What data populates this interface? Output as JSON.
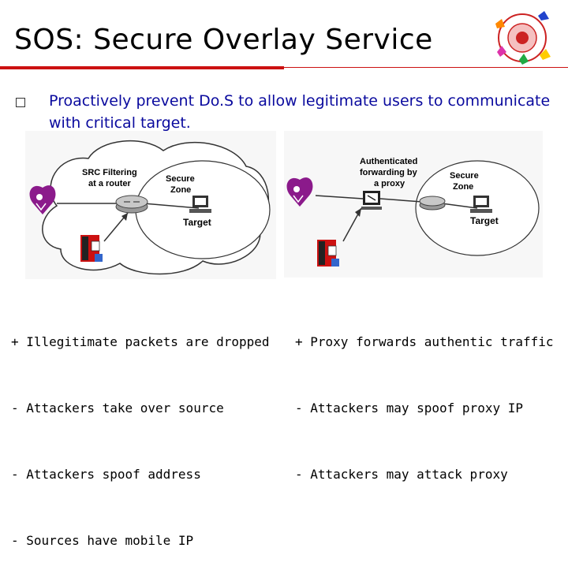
{
  "slide": {
    "title": "SOS: Secure Overlay Service",
    "bullet": "Proactively prevent Do.S to allow legitimate users to communicate with critical target."
  },
  "left_diagram": {
    "filter_label_1": "SRC Filtering",
    "filter_label_2": "at a router",
    "zone_label_1": "Secure",
    "zone_label_2": "Zone",
    "target_label": "Target"
  },
  "right_diagram": {
    "auth_label_1": "Authenticated",
    "auth_label_2": "forwarding by",
    "auth_label_3": "a proxy",
    "zone_label_1": "Secure",
    "zone_label_2": "Zone",
    "target_label": "Target"
  },
  "left_notes": [
    "+ Illegitimate packets are dropped",
    "- Attackers take over source",
    "- Attackers spoof address",
    "- Sources have mobile IP"
  ],
  "right_notes": [
    "+ Proxy forwards authentic traffic",
    "- Attackers may spoof proxy IP",
    "- Attackers may attack proxy"
  ],
  "colors": {
    "title_rule": "#cc1111",
    "bullet_text": "#0a0a9e",
    "heart": "#8b1a8b"
  }
}
